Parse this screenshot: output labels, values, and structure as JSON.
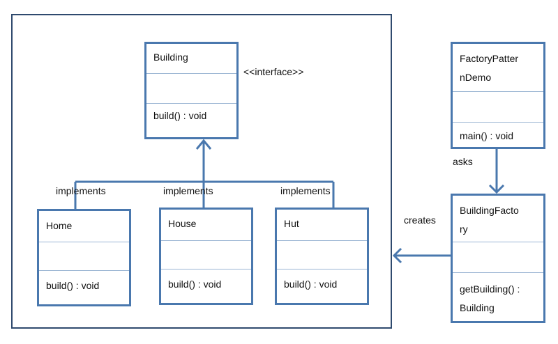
{
  "classes": {
    "building": {
      "name": "Building",
      "stereotype": "<<interface>>",
      "method": "build() : void"
    },
    "home": {
      "name": "Home",
      "method": "build() : void"
    },
    "house": {
      "name": "House",
      "method": "build() : void"
    },
    "hut": {
      "name": "Hut",
      "method": "build() : void"
    },
    "demo": {
      "name": "FactoryPatter\nnDemo",
      "method": "main() : void"
    },
    "factory": {
      "name": "BuildingFacto\nry",
      "method": "getBuilding() :\nBuilding"
    }
  },
  "relations": {
    "implements_home": "implements",
    "implements_house": "implements",
    "implements_hut": "implements",
    "asks": "asks",
    "creates": "creates"
  },
  "colors": {
    "box": "#4a78ae",
    "divider": "#9bb5d3",
    "arrow": "#4a78ae",
    "frame": "#2f4a6e"
  }
}
